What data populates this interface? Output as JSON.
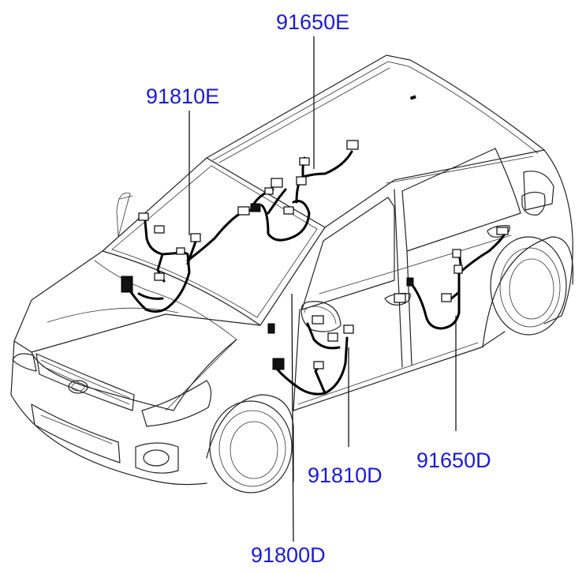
{
  "labels": {
    "top_center": "91650E",
    "top_left": "91810E",
    "right_lower": "91650D",
    "center_lower": "91810D",
    "bottom": "91800D"
  },
  "colors": {
    "label": "#1a1ad6",
    "line": "#222222",
    "harness": "#000000",
    "background": "#ffffff"
  }
}
